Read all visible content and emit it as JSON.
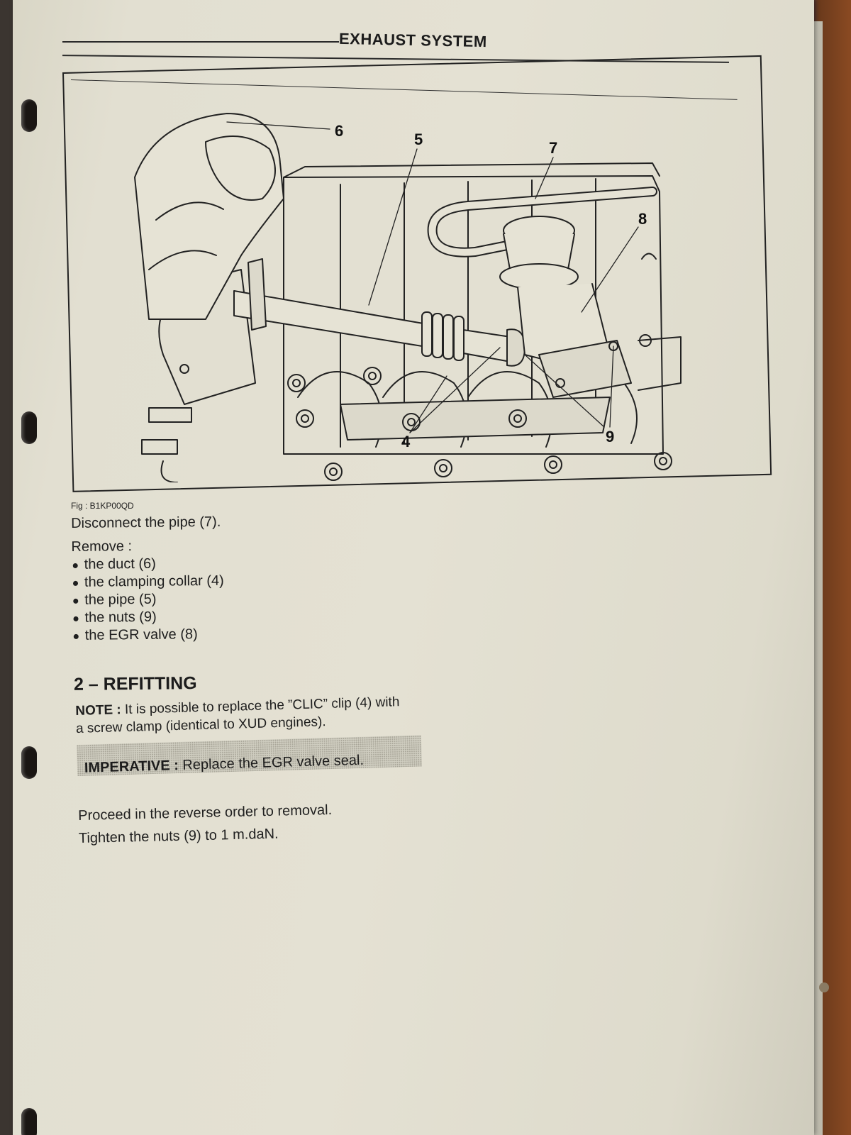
{
  "page": {
    "title": "EXHAUST SYSTEM"
  },
  "figure": {
    "reference": "Fig : B1KP00QD",
    "callouts": {
      "duct": "6",
      "pipe_long": "5",
      "pipe_short": "7",
      "egr_valve": "8",
      "nuts": "9",
      "clamp": "4"
    }
  },
  "removal": {
    "intro": "Disconnect the pipe (7).",
    "remove_label": "Remove :",
    "items": [
      "the duct (6)",
      "the clamping collar (4)",
      "the pipe (5)",
      "the nuts (9)",
      "the EGR valve (8)"
    ]
  },
  "refitting": {
    "heading": "2 – REFITTING",
    "note_label": "NOTE :",
    "note_line1": " It is possible to replace the ”CLIC” clip (4) with",
    "note_line2": "a screw clamp (identical to XUD engines).",
    "imperative_label": "IMPERATIVE :",
    "imperative_text": " Replace the EGR valve seal.",
    "instruction1": "Proceed in the reverse order to removal.",
    "instruction2": "Tighten the nuts (9) to 1 m.daN."
  }
}
